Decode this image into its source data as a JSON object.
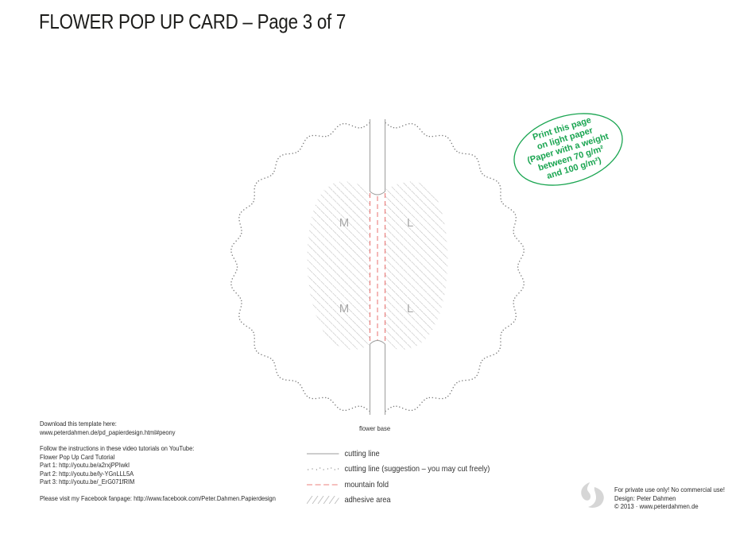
{
  "header": {
    "title": "FLOWER POP UP CARD – Page 3 of 7"
  },
  "stamp": {
    "lines": [
      "Print this page",
      "on light paper",
      "(Paper with a weight",
      "between 70 g/m²",
      "and 100 g/m²)"
    ],
    "color": "#1aa551"
  },
  "template": {
    "adhesive_labels": {
      "left_top": "M",
      "left_bottom": "M",
      "right_top": "L",
      "right_bottom": "L"
    },
    "base_label": "flower base",
    "colors": {
      "cut_line": "#9d9d9c",
      "dotted_line": "#555555",
      "mountain_fold": "#e8716f",
      "hatch": "#b8b8b8",
      "label": "#a8a8a8"
    }
  },
  "info": {
    "download_heading": "Download this template here:",
    "download_url": "www.peterdahmen.de/pd_papierdesign.html#peony",
    "tutorial_intro": "Follow the instructions in these video tutorials on YouTube:",
    "tutorial_title": "Flower Pop Up Card Tutorial",
    "parts": [
      "Part 1: http://youtu.be/a2rxjPPIwkI",
      "Part 2: http://youtu.be/ly-YGnLLL5A",
      "Part 3: http://youtu.be/_ErG071fRIM"
    ],
    "facebook": "Please visit my Facebook fanpage: http://www.facebook.com/Peter.Dahmen.Papierdesign"
  },
  "legend": {
    "items": [
      {
        "icon": "solid-line-icon",
        "label": "cutting line"
      },
      {
        "icon": "dotted-line-icon",
        "label": "cutting line (suggestion – you may cut freely)"
      },
      {
        "icon": "dashed-line-icon",
        "label": "mountain fold"
      },
      {
        "icon": "hatch-icon",
        "label": "adhesive area"
      }
    ]
  },
  "footer": {
    "line1": "For private use only! No commercial use!",
    "line2": "Design: Peter Dahmen",
    "line3": "© 2013 · www.peterdahmen.de"
  }
}
